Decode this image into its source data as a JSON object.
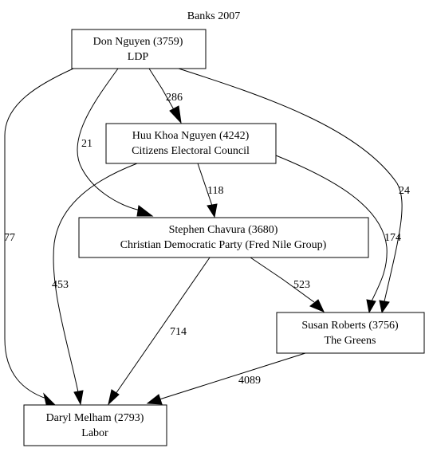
{
  "title": "Banks 2007",
  "nodes": [
    {
      "id": "don",
      "name": "Don Nguyen (3759)",
      "party": "LDP"
    },
    {
      "id": "huu",
      "name": "Huu Khoa Nguyen (4242)",
      "party": "Citizens Electoral Council"
    },
    {
      "id": "stephen",
      "name": "Stephen Chavura (3680)",
      "party": "Christian Democratic Party (Fred Nile Group)"
    },
    {
      "id": "susan",
      "name": "Susan Roberts (3756)",
      "party": "The Greens"
    },
    {
      "id": "daryl",
      "name": "Daryl Melham (2793)",
      "party": "Labor"
    }
  ],
  "edges": [
    {
      "from": "don",
      "to": "huu",
      "label": "286"
    },
    {
      "from": "don",
      "to": "stephen",
      "label": "21"
    },
    {
      "from": "don",
      "to": "susan",
      "label": "24"
    },
    {
      "from": "don",
      "to": "daryl",
      "label": "77"
    },
    {
      "from": "huu",
      "to": "stephen",
      "label": "118"
    },
    {
      "from": "huu",
      "to": "susan",
      "label": "174"
    },
    {
      "from": "huu",
      "to": "daryl",
      "label": "453"
    },
    {
      "from": "stephen",
      "to": "susan",
      "label": "523"
    },
    {
      "from": "stephen",
      "to": "daryl",
      "label": "714"
    },
    {
      "from": "susan",
      "to": "daryl",
      "label": "4089"
    }
  ]
}
